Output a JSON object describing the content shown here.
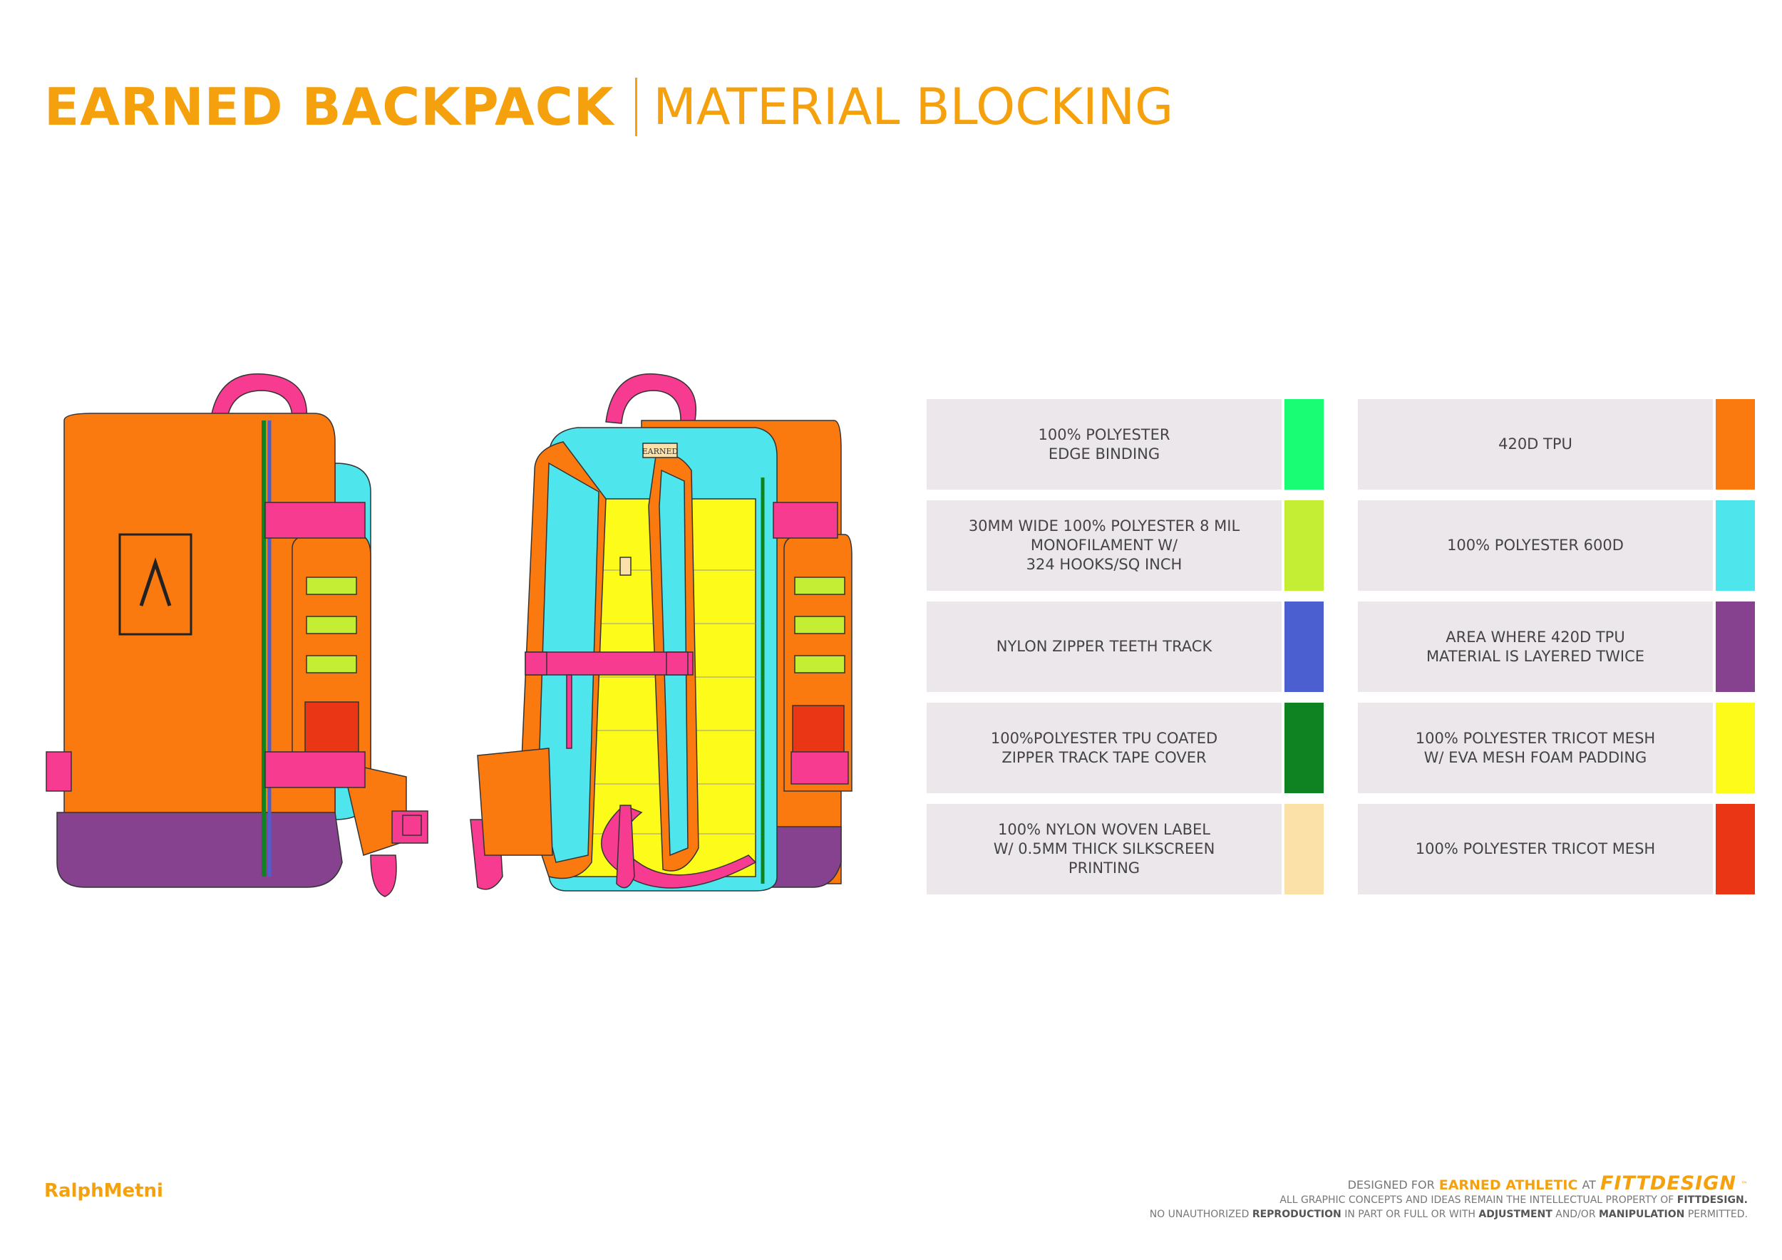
{
  "title": {
    "main": "EARNED BACKPACK",
    "sub": "MATERIAL BLOCKING"
  },
  "colors": {
    "accent": "#f5a10e",
    "orange": "#fb7a10",
    "cyan": "#4ee5ec",
    "magenta": "#f73b90",
    "purple": "#86428f",
    "yellow": "#fdfb19",
    "red": "#ea3615",
    "lime": "#c4ee33",
    "blue": "#4b5fd1",
    "green": "#0f8321",
    "mint": "#19fd75",
    "tan": "#fbe1a7"
  },
  "front_label": "EARNED",
  "materials": {
    "left": [
      {
        "label": "100% POLYESTER\nEDGE BINDING",
        "color": "#19fd75"
      },
      {
        "label": "30MM WIDE 100% POLYESTER 8 MIL\nMONOFILAMENT W/\n324 HOOKS/SQ INCH",
        "color": "#c4ee33"
      },
      {
        "label": "NYLON ZIPPER TEETH TRACK",
        "color": "#4b5fd1"
      },
      {
        "label": "100%POLYESTER TPU COATED\nZIPPER TRACK TAPE COVER",
        "color": "#0f8321"
      },
      {
        "label": "100% NYLON WOVEN LABEL\nW/ 0.5MM THICK SILKSCREEN\nPRINTING",
        "color": "#fbe1a7"
      }
    ],
    "right": [
      {
        "label": "420D TPU",
        "color": "#fb7a10"
      },
      {
        "label": "100% POLYESTER 600D",
        "color": "#4ee5ec"
      },
      {
        "label": "AREA WHERE 420D TPU\nMATERIAL IS LAYERED TWICE",
        "color": "#86428f"
      },
      {
        "label": "100% POLYESTER TRICOT MESH\nW/ EVA MESH FOAM PADDING",
        "color": "#fdfb19"
      },
      {
        "label": "100% POLYESTER TRICOT MESH",
        "color": "#ea3615"
      }
    ]
  },
  "author": "RalphMetni",
  "credits": {
    "designed_for": "DESIGNED FOR",
    "client": "EARNED ATHLETIC",
    "at": "AT",
    "brand": "FITTDESIGN",
    "tm": "™",
    "line2_a": "ALL GRAPHIC CONCEPTS AND IDEAS REMAIN THE INTELLECTUAL PROPERTY OF",
    "line2_b": "FITTDESIGN.",
    "line3_a": "NO UNAUTHORIZED",
    "line3_b": "REPRODUCTION",
    "line3_c": "IN PART OR FULL OR WITH",
    "line3_d": "ADJUSTMENT",
    "line3_e": "AND/OR",
    "line3_f": "MANIPULATION",
    "line3_g": "PERMITTED."
  }
}
